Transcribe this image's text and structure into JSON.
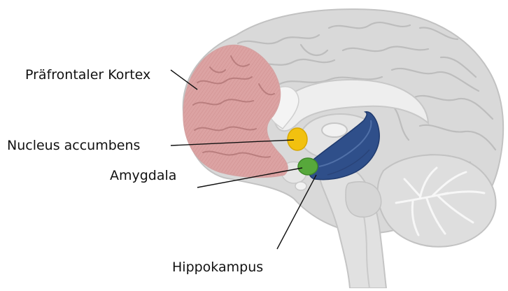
{
  "labels": {
    "prefrontal_cortex": "Präfrontaler Kortex",
    "nucleus_accumbens": "Nucleus accumbens",
    "amygdala": "Amygdala",
    "hippocampus": "Hippokampus"
  },
  "colors": {
    "brain_fill": "#d9d9d9",
    "brain_outline": "#c2c2c2",
    "prefrontal_cortex": "#dca3a3",
    "nucleus_accumbens": "#f2c10f",
    "amygdala": "#57a83b",
    "hippocampus": "#2f4f8a",
    "leader_line": "#111111"
  }
}
